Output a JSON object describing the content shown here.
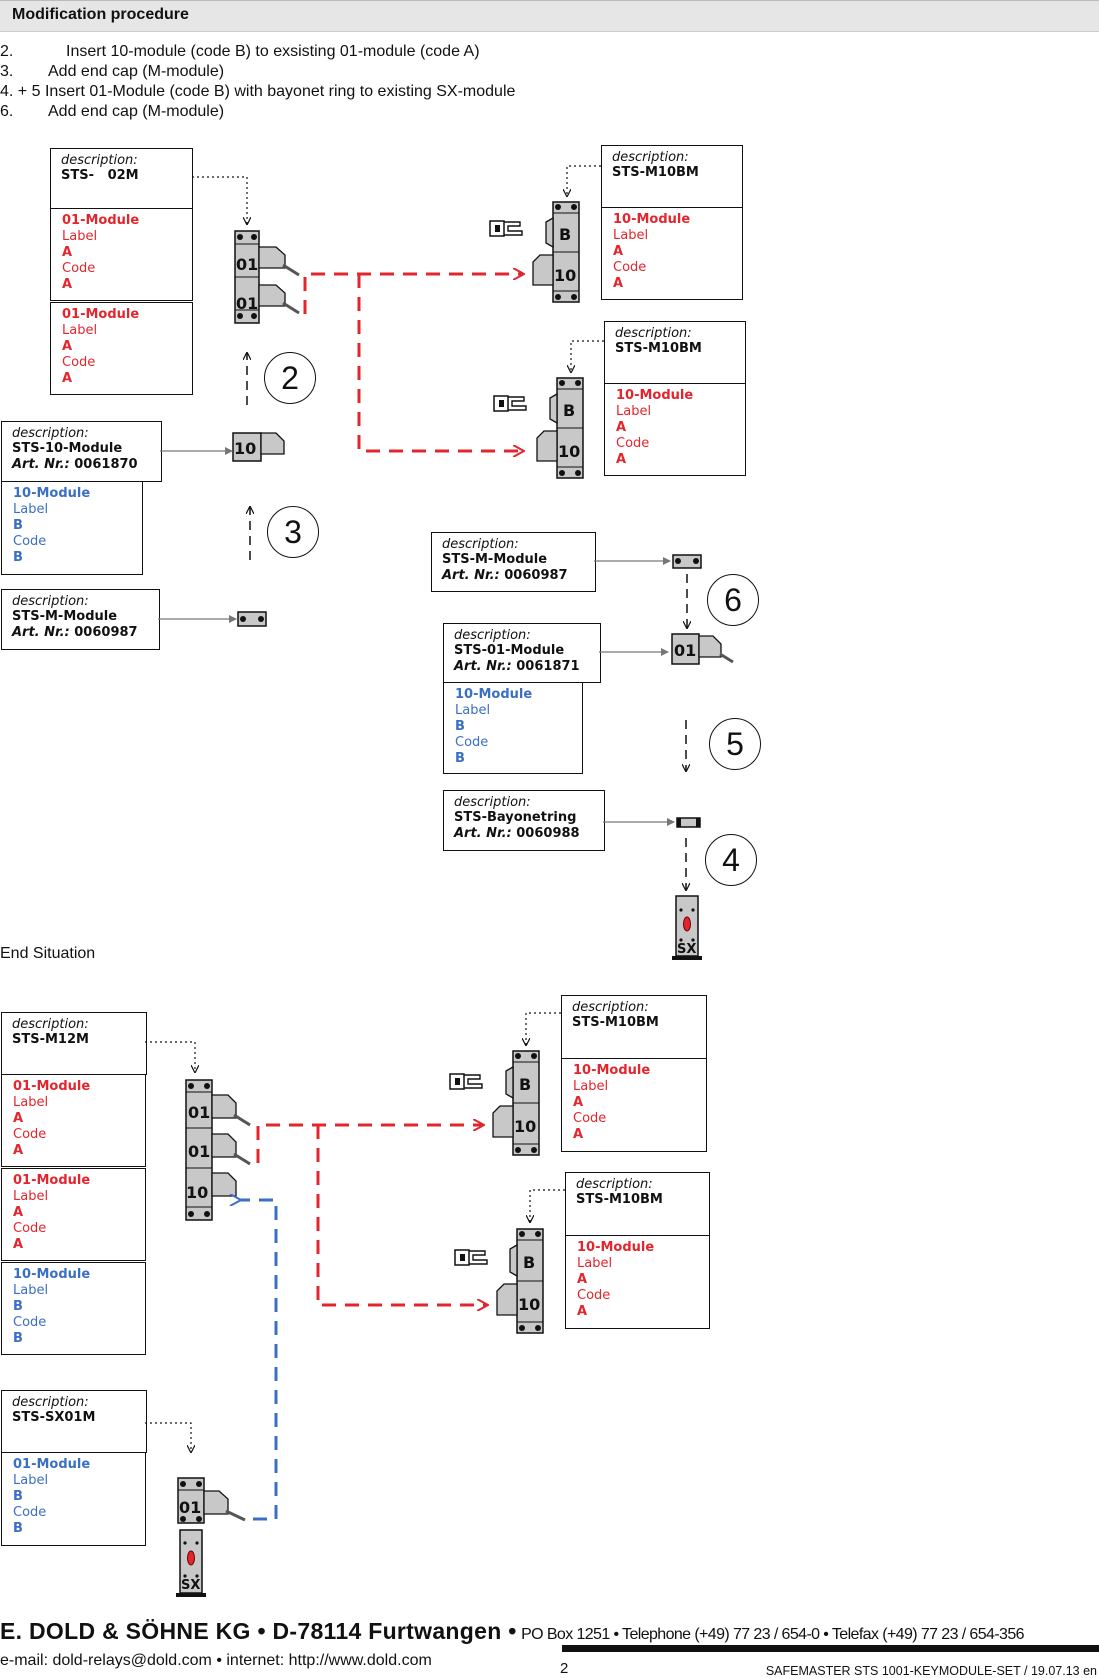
{
  "header": {
    "title": "Modification procedure"
  },
  "steps": [
    {
      "num": "2.",
      "text": "Insert 10-module (code B) to exsisting 01-module (code A)"
    },
    {
      "num": "3.",
      "text": "Add end cap (M-module)"
    },
    {
      "num": "4. + 5",
      "text": "Insert 01-Module (code B) with bayonet ring to existing SX-module"
    },
    {
      "num": "6.",
      "text": "Add end cap (M-module)"
    }
  ],
  "common": {
    "description": "description:",
    "label": "Label",
    "code": "Code",
    "art_prefix": "Art. Nr.:"
  },
  "boxes": {
    "sts02m": {
      "name": "STS-   02M"
    },
    "m10bm_a": {
      "name": "STS-M10BM"
    },
    "m10bm_b": {
      "name": "STS-M10BM"
    },
    "sts10": {
      "name": "STS-10-Module",
      "art": "0061870"
    },
    "stsm_left": {
      "name": "STS-M-Module",
      "art": "0060987"
    },
    "stsm_right": {
      "name": "STS-M-Module",
      "art": "0060987"
    },
    "sts01": {
      "name": "STS-01-Module",
      "art": "0061871"
    },
    "bayo": {
      "name": "STS-Bayonetring",
      "art": "0060988"
    },
    "m12m": {
      "name": "STS-M12M"
    },
    "m10bm_c": {
      "name": "STS-M10BM"
    },
    "m10bm_d": {
      "name": "STS-M10BM"
    },
    "sx01m": {
      "name": "STS-SX01M"
    }
  },
  "modules": {
    "m01": {
      "title": "01-Module",
      "label": "A",
      "code": "A"
    },
    "m10a": {
      "title": "10-Module",
      "label": "A",
      "code": "A"
    },
    "m10b": {
      "title": "10-Module",
      "label": "B",
      "code": "B"
    },
    "m01b": {
      "title": "01-Module",
      "label": "B",
      "code": "B"
    }
  },
  "module_marks": {
    "m01": "01",
    "m10": "10",
    "key_b": "B",
    "sx": "SX"
  },
  "callouts": [
    "2",
    "3",
    "6",
    "5",
    "4"
  ],
  "end_label": "End Situation",
  "footer": {
    "company": "E. DOLD & SÖHNE KG • D-78114 Furtwangen •",
    "contact": "PO Box 1251 • Telephone (+49) 77 23 / 654-0 • Telefax (+49) 77 23 / 654-356",
    "web": "e-mail: dold-relays@dold.com • internet: http://www.dold.com",
    "page": "2",
    "doc": "SAFEMASTER STS 1001-KEYMODULE-SET / 19.07.13 en"
  },
  "colors": {
    "red": "#e3262d",
    "blue": "#3a6fc4",
    "module_gray": "#c8c8c8"
  }
}
